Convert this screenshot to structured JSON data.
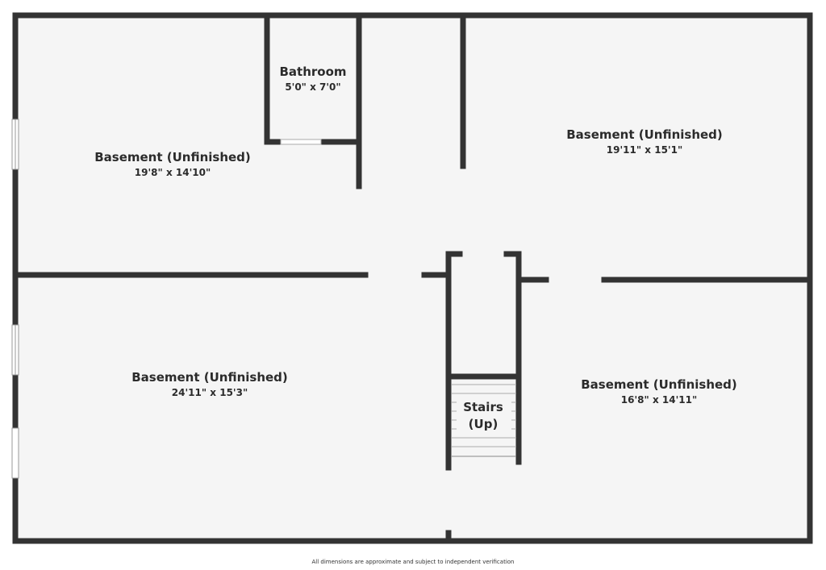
{
  "rooms": [
    {
      "name": "Bathroom",
      "dimensions": "5'0\" x 7'0\""
    },
    {
      "name": "Basement (Unfinished)",
      "dimensions": "19'8\" x 14'10\""
    },
    {
      "name": "Basement (Unfinished)",
      "dimensions": "19'11\" x 15'1\""
    },
    {
      "name": "Basement (Unfinished)",
      "dimensions": "24'11\" x 15'3\""
    },
    {
      "name": "Basement (Unfinished)",
      "dimensions": "16'8\" x 14'11\""
    }
  ],
  "stairs": {
    "line1": "Stairs",
    "line2": "(Up)"
  },
  "footer": "All dimensions are approximate and subject to independent verification",
  "colors": {
    "wall": "#333333",
    "floor": "#f5f5f5",
    "window": "#ffffff"
  }
}
